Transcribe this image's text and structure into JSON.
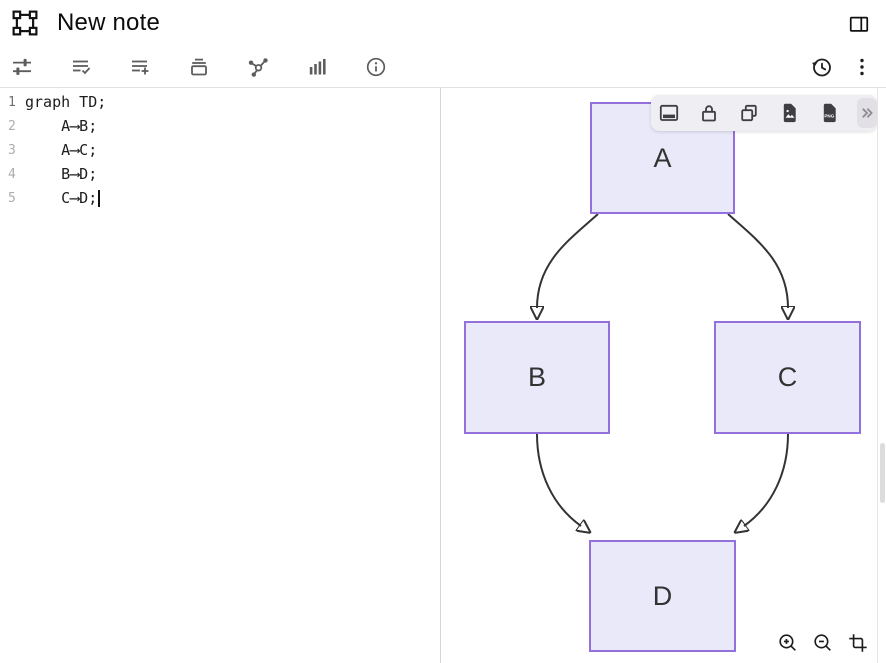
{
  "header": {
    "title": "New note"
  },
  "toolbar": {
    "left_items": [
      "tune",
      "list-check",
      "list-add",
      "archive",
      "fork-graph",
      "bar-chart",
      "info"
    ],
    "right_items": [
      "history",
      "more-menu"
    ]
  },
  "editor": {
    "lines": [
      {
        "num": "1",
        "code": "graph TD;"
      },
      {
        "num": "2",
        "code": "    A⟶B;"
      },
      {
        "num": "3",
        "code": "    A⟶C;"
      },
      {
        "num": "4",
        "code": "    B⟶D;"
      },
      {
        "num": "5",
        "code": "    C⟶D;"
      }
    ]
  },
  "diagram": {
    "nodes": [
      {
        "id": "A",
        "label": "A"
      },
      {
        "id": "B",
        "label": "B"
      },
      {
        "id": "C",
        "label": "C"
      },
      {
        "id": "D",
        "label": "D"
      }
    ],
    "edges": [
      {
        "from": "A",
        "to": "B"
      },
      {
        "from": "A",
        "to": "C"
      },
      {
        "from": "B",
        "to": "D"
      },
      {
        "from": "C",
        "to": "D"
      }
    ],
    "colors": {
      "node-fill": "#e9e9f9",
      "node-border": "#9370db",
      "edge": "#333333"
    }
  },
  "floating_toolbar": {
    "buttons": [
      "preview-card",
      "lock",
      "duplicate",
      "export-image",
      "export-png",
      "expand"
    ],
    "png_label": "PNG"
  },
  "zoom_controls": {
    "buttons": [
      "zoom-in",
      "zoom-out",
      "crop"
    ]
  }
}
